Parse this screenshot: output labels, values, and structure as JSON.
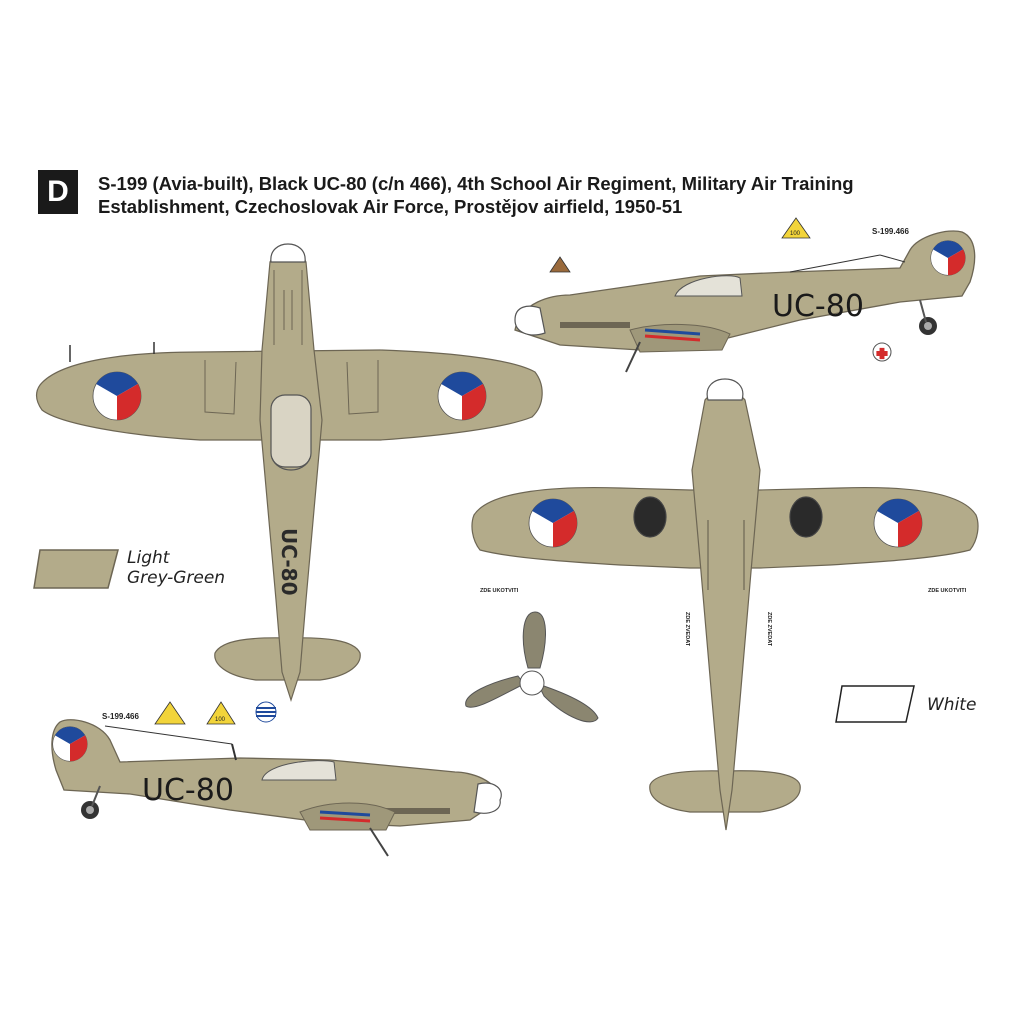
{
  "profile_letter": "D",
  "caption": {
    "line1": "S-199 (Avia-built), Black UC-80 (c/n 466), 4th School Air Regiment, Military Air Training",
    "line2": "Establishment, Czechoslovak Air Force, Prostějov airfield, 1950-51"
  },
  "code": "UC-80",
  "serial_stencil": "S-199.466",
  "fuel_octane": "100",
  "stencils": {
    "tie_down": "ZDE UKOTVITI",
    "lift_point": "ZDE ZVEDAT"
  },
  "legend": [
    {
      "label_line1": "Light",
      "label_line2": "Grey-Green",
      "color": "#b3ab8a"
    },
    {
      "label_line1": "White",
      "label_line2": "",
      "color": "#ffffff"
    }
  ],
  "colors": {
    "airframe": "#b3ab8a",
    "panel_line": "#6d6654",
    "roundel_blue": "#1f4a9c",
    "roundel_red": "#d42b2b",
    "spinner": "#ffffff",
    "propeller": "#8b8670",
    "warning_yellow": "#f2d43a"
  }
}
